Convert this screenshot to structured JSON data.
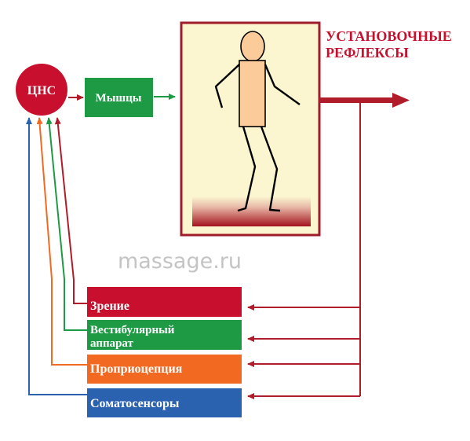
{
  "nodes": {
    "cns": {
      "label": "ЦНС"
    },
    "muscles": {
      "label": "Мышцы"
    },
    "reflexes_title": {
      "line1": "УСТАНОВОЧНЫЕ",
      "line2": "РЕФЛЕКСЫ"
    },
    "vision": {
      "label": "Зрение"
    },
    "vestibular": {
      "line1": "Вестибулярный",
      "line2": "аппарат"
    },
    "proprioception": {
      "label": "Проприоцепция"
    },
    "somatosensory": {
      "label": "Соматосенсоры"
    }
  },
  "watermark": "massage.ru",
  "colors": {
    "red": "#c8102e",
    "green": "#1e9a45",
    "orange": "#f26a22",
    "blue": "#2b62b0",
    "dark_red": "#b01c2a",
    "panel_bg": "#fbf6cf",
    "panel_border": "#a01c2a",
    "figure_fill": "#fbcb9a"
  }
}
